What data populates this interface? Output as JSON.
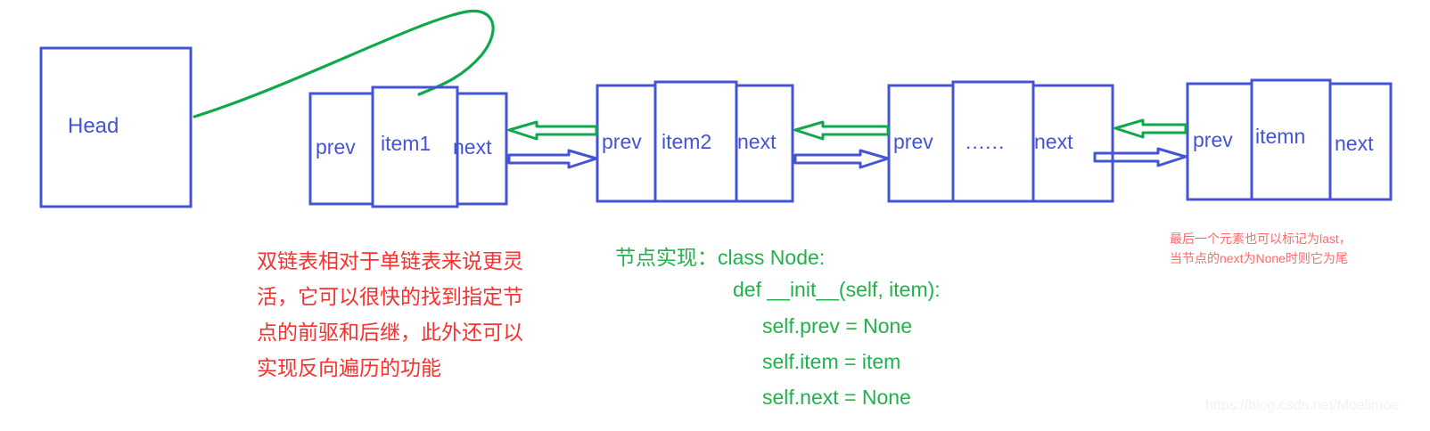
{
  "diagram": {
    "title": "doubly-linked-list-structure",
    "colors": {
      "box_stroke": "#4554d6",
      "text_blue": "#4554d6",
      "arrow_green": "#22b14c",
      "arrow_blue": "#4554d6",
      "note_red": "#f8312f",
      "note_red_small": "#f96a6a",
      "code_green": "#22b14c",
      "watermark": "#f2f2f2",
      "background": "#ffffff"
    },
    "head": {
      "label": "Head"
    },
    "nodes": [
      {
        "prev": "prev",
        "item": "item1",
        "next": "next"
      },
      {
        "prev": "prev",
        "item": "item2",
        "next": "next"
      },
      {
        "prev": "prev",
        "item": "......",
        "next": "next"
      },
      {
        "prev": "prev",
        "item": "itemn",
        "next": "next"
      }
    ],
    "links": [
      {
        "forward": "next-pointer",
        "backward": "prev-pointer"
      },
      {
        "forward": "next-pointer",
        "backward": "prev-pointer"
      },
      {
        "forward": "next-pointer",
        "backward": "prev-pointer"
      }
    ],
    "head_link": "head-to-first-node-curve"
  },
  "notes": {
    "red_note_lines": [
      "双链表相对于单链表来说更灵",
      "活，它可以很快的找到指定节",
      "点的前驱和后继，此外还可以",
      "实现反向遍历的功能"
    ],
    "green_note_heading": "节点实现：class Node:",
    "code_lines": [
      "def __init__(self, item):",
      "self.prev = None",
      "self.item = item",
      "self.next = None"
    ],
    "red_small_lines": [
      "最后一个元素也可以标记为last，",
      "当节点的next为None时则它为尾"
    ]
  },
  "watermark": {
    "text": "https://blog.csdn.net/Moelimoe"
  }
}
